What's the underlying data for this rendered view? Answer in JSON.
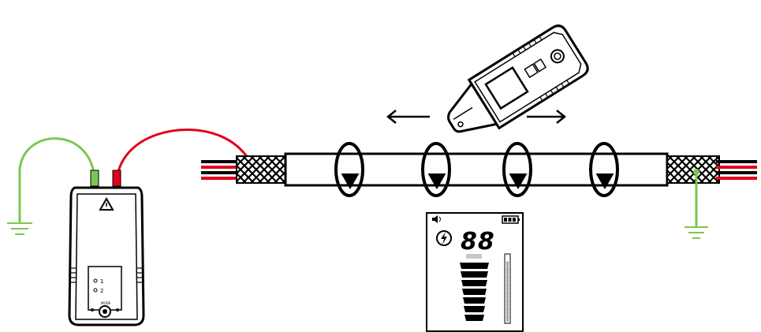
{
  "diagram": {
    "transmitter": {
      "labels": [
        "1",
        "2"
      ],
      "knob_label": "MODE",
      "side_labels": [
        "○",
        "○"
      ]
    },
    "receiver": {
      "lcd": {
        "digits": "88",
        "signal_bars": 7
      }
    },
    "colors": {
      "ground_wire": "#7dc653",
      "signal_wire": "#e2001a",
      "cable_outline": "#000000"
    },
    "icons": [
      "ground-symbol-icon",
      "arrow-left-icon",
      "arrow-right-icon",
      "speaker-icon",
      "battery-icon",
      "power-icon"
    ]
  }
}
